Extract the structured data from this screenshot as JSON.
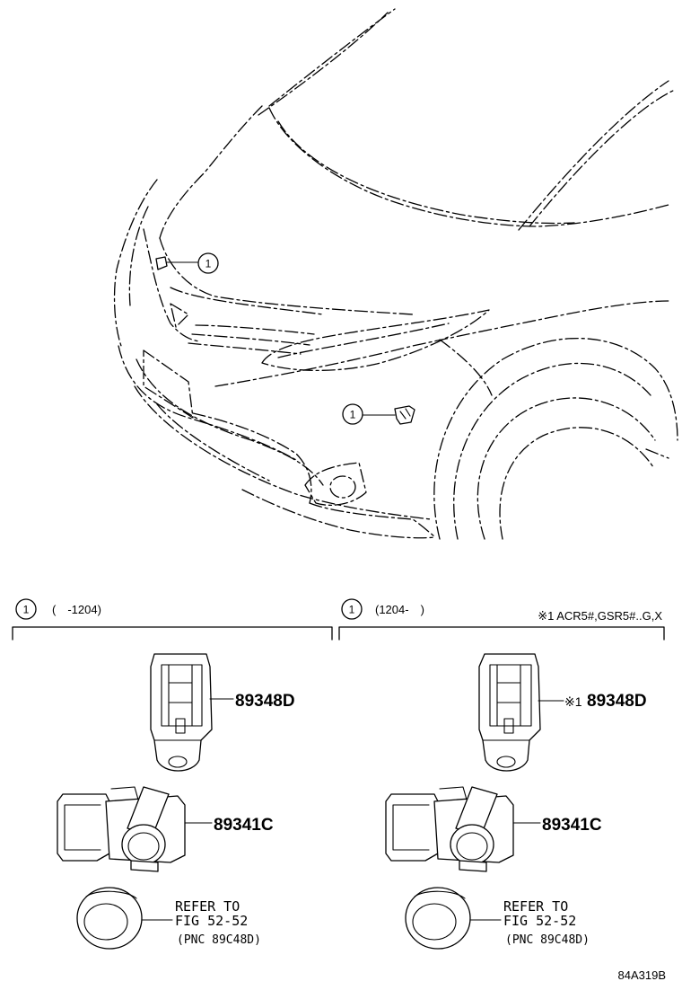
{
  "callouts": {
    "top_upper": "1",
    "top_lower": "1",
    "left_group": "1",
    "right_group": "1"
  },
  "groups": {
    "left": {
      "range": "(　-1204)",
      "bracket_part": "89348D",
      "sensor_part": "89341C",
      "ref_line1": "REFER TO",
      "ref_line2": "FIG 52-52",
      "ref_line3": "(PNC 89C48D)"
    },
    "right": {
      "range": "(1204-　)",
      "note": "※1 ACR5#,GSR5#..G,X",
      "bracket_mark": "※1",
      "bracket_part": "89348D",
      "sensor_part": "89341C",
      "ref_line1": "REFER TO",
      "ref_line2": "FIG 52-52",
      "ref_line3": "(PNC 89C48D)"
    }
  },
  "figure_id": "84A319B"
}
